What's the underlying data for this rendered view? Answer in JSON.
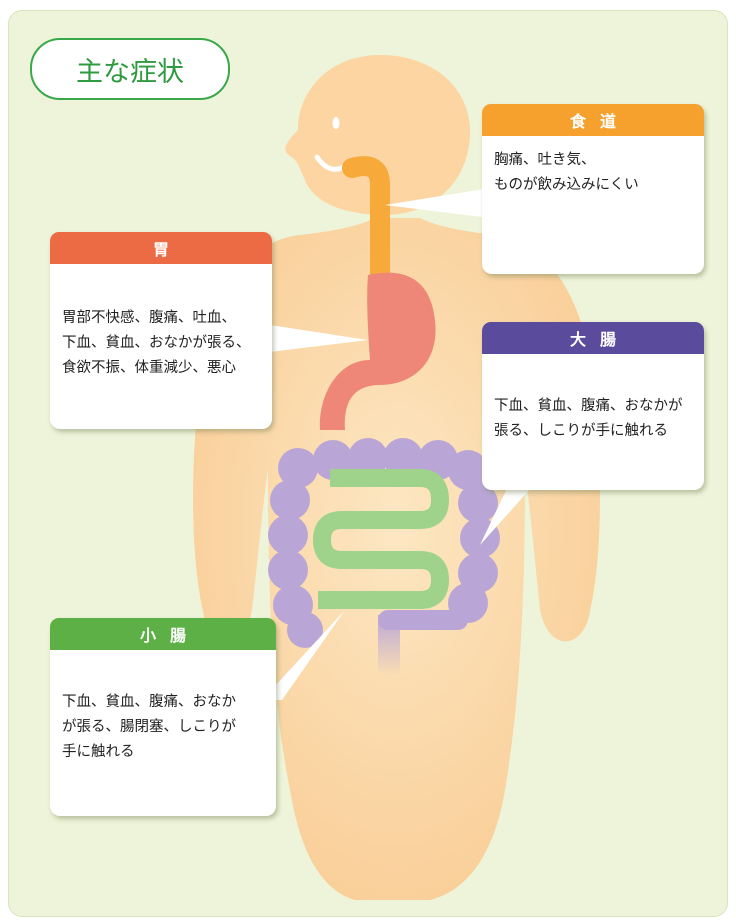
{
  "title": "主な症状",
  "colors": {
    "background": "#eef4d9",
    "body": "#fdd6a6",
    "esophagus": "#f7a93a",
    "stomach": "#ee8778",
    "large_intestine": "#b9a6d6",
    "small_intestine": "#9fd28a",
    "title_green": "#3aa84a"
  },
  "cards": {
    "esophagus": {
      "title": "食道",
      "color": "#f6a02e",
      "text": "胸痛、吐き気、\nものが飲み込みにくい"
    },
    "stomach": {
      "title": "胃",
      "color": "#ec6b45",
      "text": "胃部不快感、腹痛、吐血、\n下血、貧血、おなかが張る、\n食欲不振、体重減少、悪心"
    },
    "large_intestine": {
      "title": "大腸",
      "color": "#5a4b9c",
      "text": "下血、貧血、腹痛、おなかが\n張る、しこりが手に触れる"
    },
    "small_intestine": {
      "title": "小腸",
      "color": "#5cb046",
      "text": "下血、貧血、腹痛、おなか\nが張る、腸閉塞、しこりが\n手に触れる"
    }
  }
}
